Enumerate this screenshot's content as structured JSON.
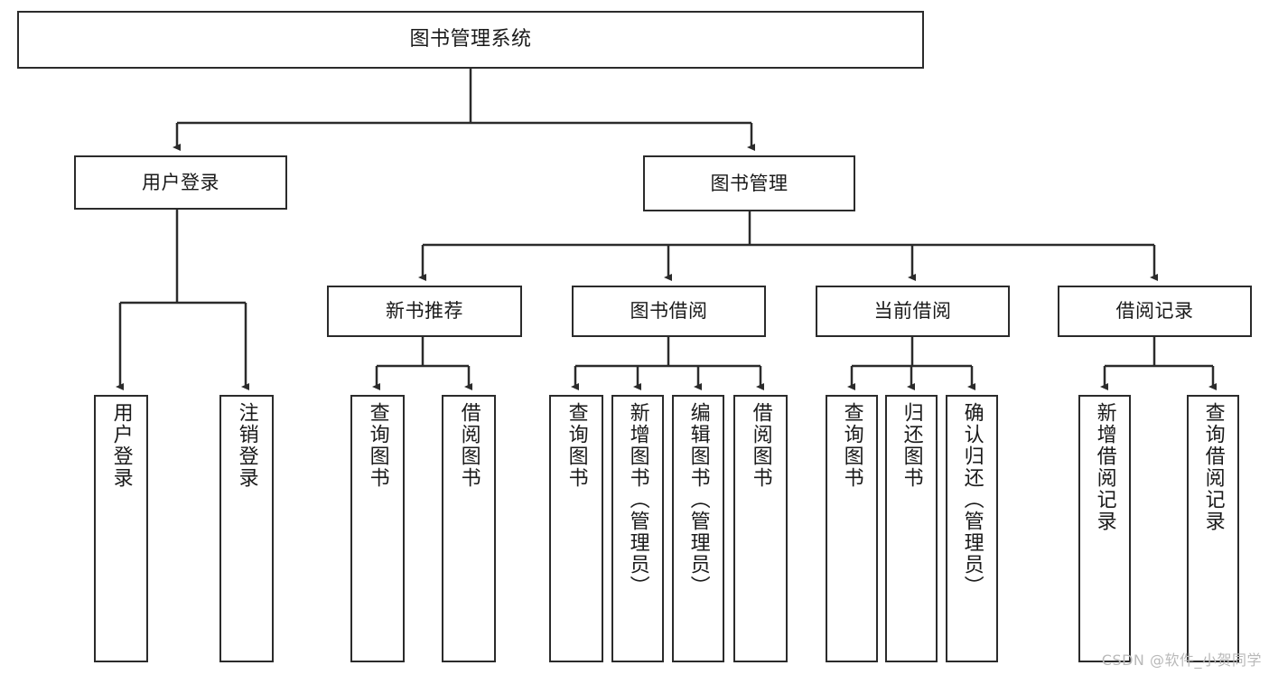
{
  "diagram": {
    "title": "图书管理系统",
    "watermark": "CSDN @软件_小贺同学",
    "line_color": "#2b2b2b",
    "box_border_color": "#2b2b2b",
    "background_color": "#ffffff",
    "text_color": "#1a1a1a",
    "watermark_color": "#b9b9b9",
    "root": {
      "label": "图书管理系统"
    },
    "level1": [
      {
        "label": "用户登录"
      },
      {
        "label": "图书管理"
      }
    ],
    "level2": [
      {
        "label": "新书推荐"
      },
      {
        "label": "图书借阅"
      },
      {
        "label": "当前借阅"
      },
      {
        "label": "借阅记录"
      }
    ],
    "leaves": {
      "user_login": [
        {
          "label": "用户登录"
        },
        {
          "label": "注销登录"
        }
      ],
      "new_book_recommend": [
        {
          "label": "查询图书"
        },
        {
          "label": "借阅图书"
        }
      ],
      "book_borrow": [
        {
          "label": "查询图书"
        },
        {
          "label": "新增图书（管理员）"
        },
        {
          "label": "编辑图书（管理员）"
        },
        {
          "label": "借阅图书"
        }
      ],
      "current_borrow": [
        {
          "label": "查询图书"
        },
        {
          "label": "归还图书"
        },
        {
          "label": "确认归还（管理员）"
        }
      ],
      "borrow_record": [
        {
          "label": "新增借阅记录"
        },
        {
          "label": "查询借阅记录"
        }
      ]
    }
  }
}
